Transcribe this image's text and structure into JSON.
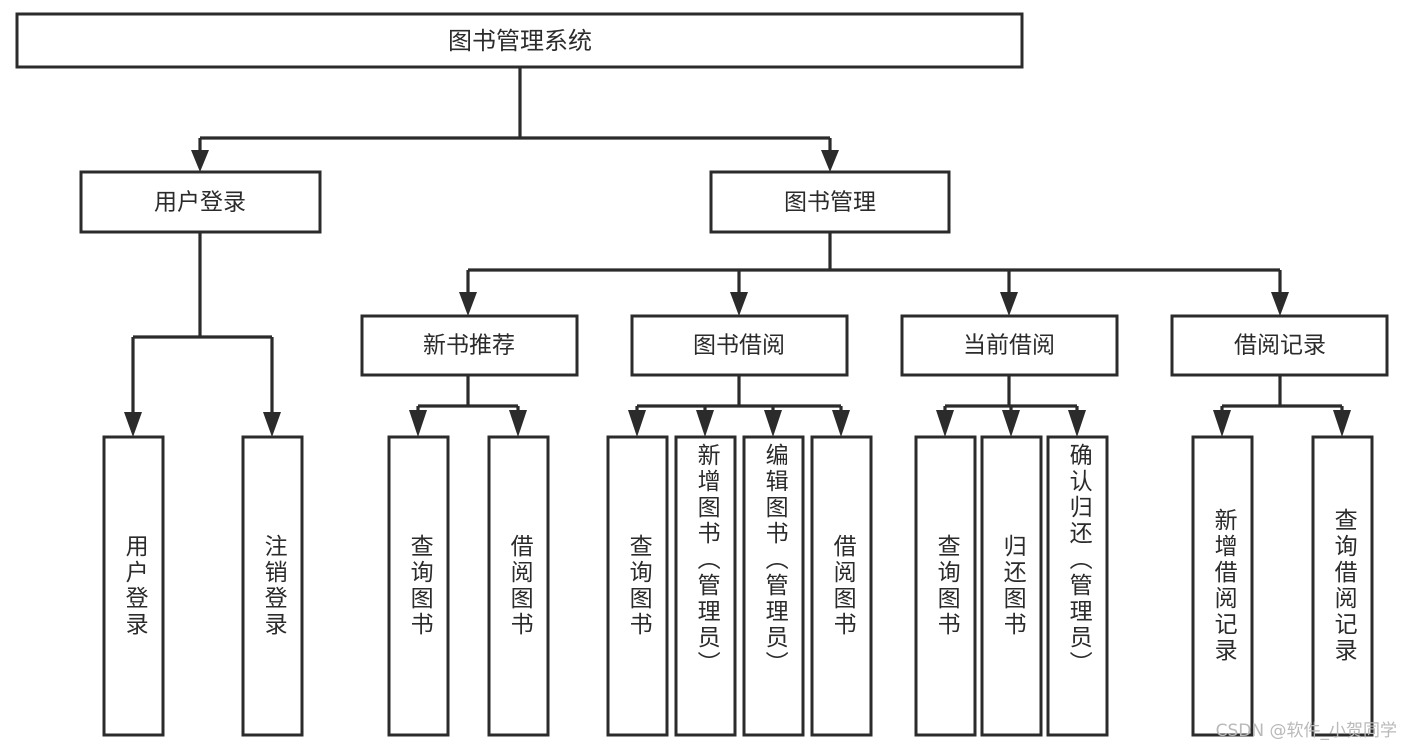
{
  "chart_data": {
    "type": "diagram",
    "title": "图书管理系统",
    "diagram_kind": "功能结构图 (tree / hierarchy)",
    "orientation": "top-down",
    "watermark": "CSDN @软件_小贺同学",
    "style": {
      "box_fill": "#ffffff",
      "box_stroke": "#2b2b2b",
      "line_color": "#2b2b2b",
      "text_color": "#2b2b2b",
      "background": "#ffffff",
      "watermark_color": "#b9b9b9"
    },
    "nodes": [
      {
        "id": "root",
        "label": "图书管理系统",
        "level": 0,
        "text_dir": "horizontal"
      },
      {
        "id": "login",
        "label": "用户登录",
        "level": 1,
        "text_dir": "horizontal"
      },
      {
        "id": "bookmgr",
        "label": "图书管理",
        "level": 1,
        "text_dir": "horizontal"
      },
      {
        "id": "newbook",
        "label": "新书推荐",
        "level": 2,
        "text_dir": "horizontal"
      },
      {
        "id": "borrow",
        "label": "图书借阅",
        "level": 2,
        "text_dir": "horizontal"
      },
      {
        "id": "current",
        "label": "当前借阅",
        "level": 2,
        "text_dir": "horizontal"
      },
      {
        "id": "records",
        "label": "借阅记录",
        "level": 2,
        "text_dir": "horizontal"
      },
      {
        "id": "l1",
        "label": "用户登录",
        "level": 3,
        "text_dir": "vertical",
        "parent": "login"
      },
      {
        "id": "l2",
        "label": "注销登录",
        "level": 3,
        "text_dir": "vertical",
        "parent": "login"
      },
      {
        "id": "l3",
        "label": "查询图书",
        "level": 3,
        "text_dir": "vertical",
        "parent": "newbook"
      },
      {
        "id": "l4",
        "label": "借阅图书",
        "level": 3,
        "text_dir": "vertical",
        "parent": "newbook"
      },
      {
        "id": "l5",
        "label": "查询图书",
        "level": 3,
        "text_dir": "vertical",
        "parent": "borrow"
      },
      {
        "id": "l6",
        "label": "新增图书（管理员）",
        "level": 3,
        "text_dir": "vertical",
        "parent": "borrow"
      },
      {
        "id": "l7",
        "label": "编辑图书（管理员）",
        "level": 3,
        "text_dir": "vertical",
        "parent": "borrow"
      },
      {
        "id": "l8",
        "label": "借阅图书",
        "level": 3,
        "text_dir": "vertical",
        "parent": "borrow"
      },
      {
        "id": "l9",
        "label": "查询图书",
        "level": 3,
        "text_dir": "vertical",
        "parent": "current"
      },
      {
        "id": "l10",
        "label": "归还图书",
        "level": 3,
        "text_dir": "vertical",
        "parent": "current"
      },
      {
        "id": "l11",
        "label": "确认归还（管理员）",
        "level": 3,
        "text_dir": "vertical",
        "parent": "current"
      },
      {
        "id": "l12",
        "label": "新增借阅记录",
        "level": 3,
        "text_dir": "vertical",
        "parent": "records"
      },
      {
        "id": "l13",
        "label": "查询借阅记录",
        "level": 3,
        "text_dir": "vertical",
        "parent": "records"
      }
    ],
    "edges": [
      {
        "from": "root",
        "to": "login"
      },
      {
        "from": "root",
        "to": "bookmgr"
      },
      {
        "from": "login",
        "to": "l1"
      },
      {
        "from": "login",
        "to": "l2"
      },
      {
        "from": "bookmgr",
        "to": "newbook"
      },
      {
        "from": "bookmgr",
        "to": "borrow"
      },
      {
        "from": "bookmgr",
        "to": "current"
      },
      {
        "from": "bookmgr",
        "to": "records"
      },
      {
        "from": "newbook",
        "to": "l3"
      },
      {
        "from": "newbook",
        "to": "l4"
      },
      {
        "from": "borrow",
        "to": "l5"
      },
      {
        "from": "borrow",
        "to": "l6"
      },
      {
        "from": "borrow",
        "to": "l7"
      },
      {
        "from": "borrow",
        "to": "l8"
      },
      {
        "from": "current",
        "to": "l9"
      },
      {
        "from": "current",
        "to": "l10"
      },
      {
        "from": "current",
        "to": "l11"
      },
      {
        "from": "records",
        "to": "l12"
      },
      {
        "from": "records",
        "to": "l13"
      }
    ]
  },
  "diagram": {
    "root": {
      "label": "图书管理系统"
    },
    "level1": [
      {
        "label": "用户登录"
      },
      {
        "label": "图书管理"
      }
    ],
    "level2": [
      {
        "label": "新书推荐"
      },
      {
        "label": "图书借阅"
      },
      {
        "label": "当前借阅"
      },
      {
        "label": "借阅记录"
      }
    ],
    "leaves": [
      {
        "label": "用户登录"
      },
      {
        "label": "注销登录"
      },
      {
        "label": "查询图书"
      },
      {
        "label": "借阅图书"
      },
      {
        "label": "查询图书"
      },
      {
        "label": "新增图书（管理员）"
      },
      {
        "label": "编辑图书（管理员）"
      },
      {
        "label": "借阅图书"
      },
      {
        "label": "查询图书"
      },
      {
        "label": "归还图书"
      },
      {
        "label": "确认归还（管理员）"
      },
      {
        "label": "新增借阅记录"
      },
      {
        "label": "查询借阅记录"
      }
    ]
  },
  "watermark": {
    "text": "CSDN @软件_小贺同学"
  }
}
